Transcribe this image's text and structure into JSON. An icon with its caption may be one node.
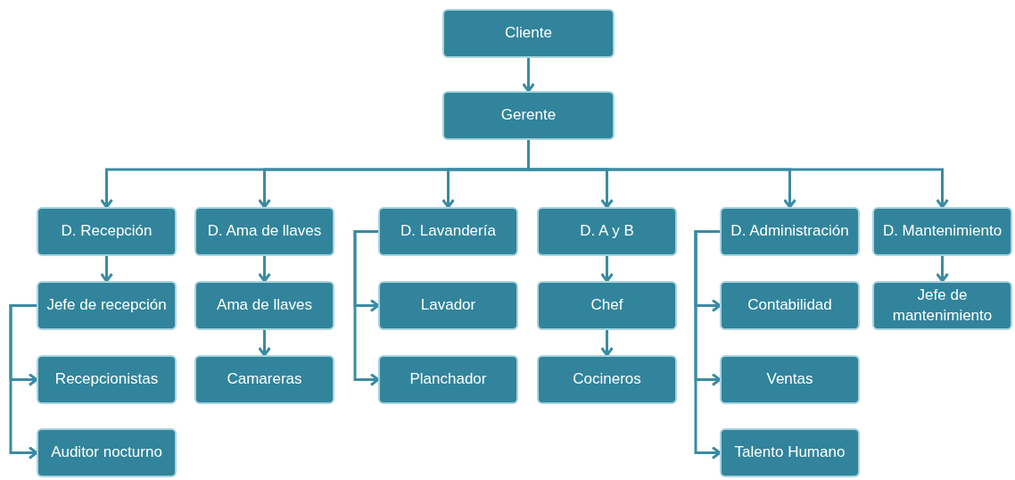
{
  "diagram": {
    "nodes": [
      {
        "text": [
          "Cliente"
        ]
      },
      {
        "text": [
          "Gerente"
        ]
      },
      {
        "text": [
          "D. Recepción"
        ]
      },
      {
        "text": [
          "D. Ama de llaves"
        ]
      },
      {
        "text": [
          "D. Lavandería"
        ]
      },
      {
        "text": [
          "D. A y B"
        ]
      },
      {
        "text": [
          "D. Administración"
        ]
      },
      {
        "text": [
          "D. Mantenimiento"
        ]
      },
      {
        "text": [
          "Jefe de recepción"
        ]
      },
      {
        "text": [
          "Ama de llaves"
        ]
      },
      {
        "text": [
          "Lavador"
        ]
      },
      {
        "text": [
          "Chef"
        ]
      },
      {
        "text": [
          "Contabilidad"
        ]
      },
      {
        "text": [
          "Jefe de mantenimiento"
        ]
      },
      {
        "text": [
          "Recepcionistas"
        ]
      },
      {
        "text": [
          "Camareras"
        ]
      },
      {
        "text": [
          "Planchador"
        ]
      },
      {
        "text": [
          "Cocineros"
        ]
      },
      {
        "text": [
          "Ventas"
        ]
      },
      {
        "text": [
          "Auditor nocturno"
        ]
      },
      {
        "text": [
          "Talento Humano"
        ]
      }
    ],
    "edges": [
      {
        "from": 0,
        "to": 1,
        "arrow": "to"
      },
      {
        "from": 1,
        "to": 2,
        "arrow": "to"
      },
      {
        "from": 1,
        "to": 3,
        "arrow": "to"
      },
      {
        "from": 1,
        "to": 4,
        "arrow": "to"
      },
      {
        "from": 1,
        "to": 5,
        "arrow": "to"
      },
      {
        "from": 1,
        "to": 6,
        "arrow": "to"
      },
      {
        "from": 1,
        "to": 7,
        "arrow": "to"
      },
      {
        "from": 2,
        "to": 8,
        "arrow": "to"
      },
      {
        "from": 8,
        "to": 14,
        "arrow": "to"
      },
      {
        "from": 8,
        "to": 19,
        "arrow": "to"
      },
      {
        "from": 3,
        "to": 9,
        "arrow": "to"
      },
      {
        "from": 9,
        "to": 15,
        "arrow": "to"
      },
      {
        "from": 4,
        "to": 10,
        "arrow": "to"
      },
      {
        "from": 4,
        "to": 16,
        "arrow": "to"
      },
      {
        "from": 5,
        "to": 11,
        "arrow": "to"
      },
      {
        "from": 11,
        "to": 17,
        "arrow": "to"
      },
      {
        "from": 6,
        "to": 12,
        "arrow": "to"
      },
      {
        "from": 6,
        "to": 18,
        "arrow": "to"
      },
      {
        "from": 6,
        "to": 20,
        "arrow": "to"
      },
      {
        "from": 7,
        "to": 13,
        "arrow": "to"
      }
    ]
  }
}
